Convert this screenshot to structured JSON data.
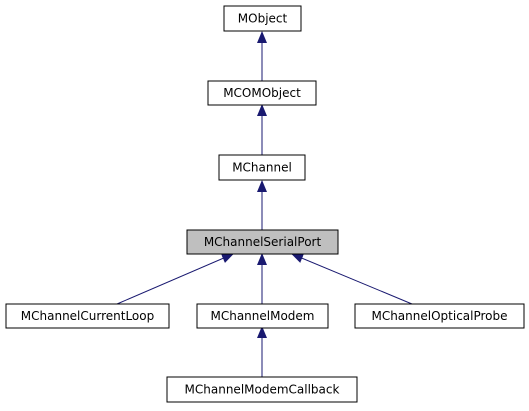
{
  "diagram": {
    "nodes": {
      "mobject": "MObject",
      "mcomobject": "MCOMObject",
      "mchannel": "MChannel",
      "mchannel_serial_port": "MChannelSerialPort",
      "mchannel_current_loop": "MChannelCurrentLoop",
      "mchannel_modem": "MChannelModem",
      "mchannel_optical_probe": "MChannelOpticalProbe",
      "mchannel_modem_callback": "MChannelModemCallback"
    },
    "edges": [
      {
        "from": "mcomobject",
        "to": "mobject"
      },
      {
        "from": "mchannel",
        "to": "mcomobject"
      },
      {
        "from": "mchannel_serial_port",
        "to": "mchannel"
      },
      {
        "from": "mchannel_current_loop",
        "to": "mchannel_serial_port"
      },
      {
        "from": "mchannel_modem",
        "to": "mchannel_serial_port"
      },
      {
        "from": "mchannel_optical_probe",
        "to": "mchannel_serial_port"
      },
      {
        "from": "mchannel_modem_callback",
        "to": "mchannel_modem"
      }
    ],
    "colors": {
      "node_fill": "#ffffff",
      "node_stroke": "#000000",
      "highlight_fill": "#bfbfbf",
      "edge": "#191970"
    }
  }
}
